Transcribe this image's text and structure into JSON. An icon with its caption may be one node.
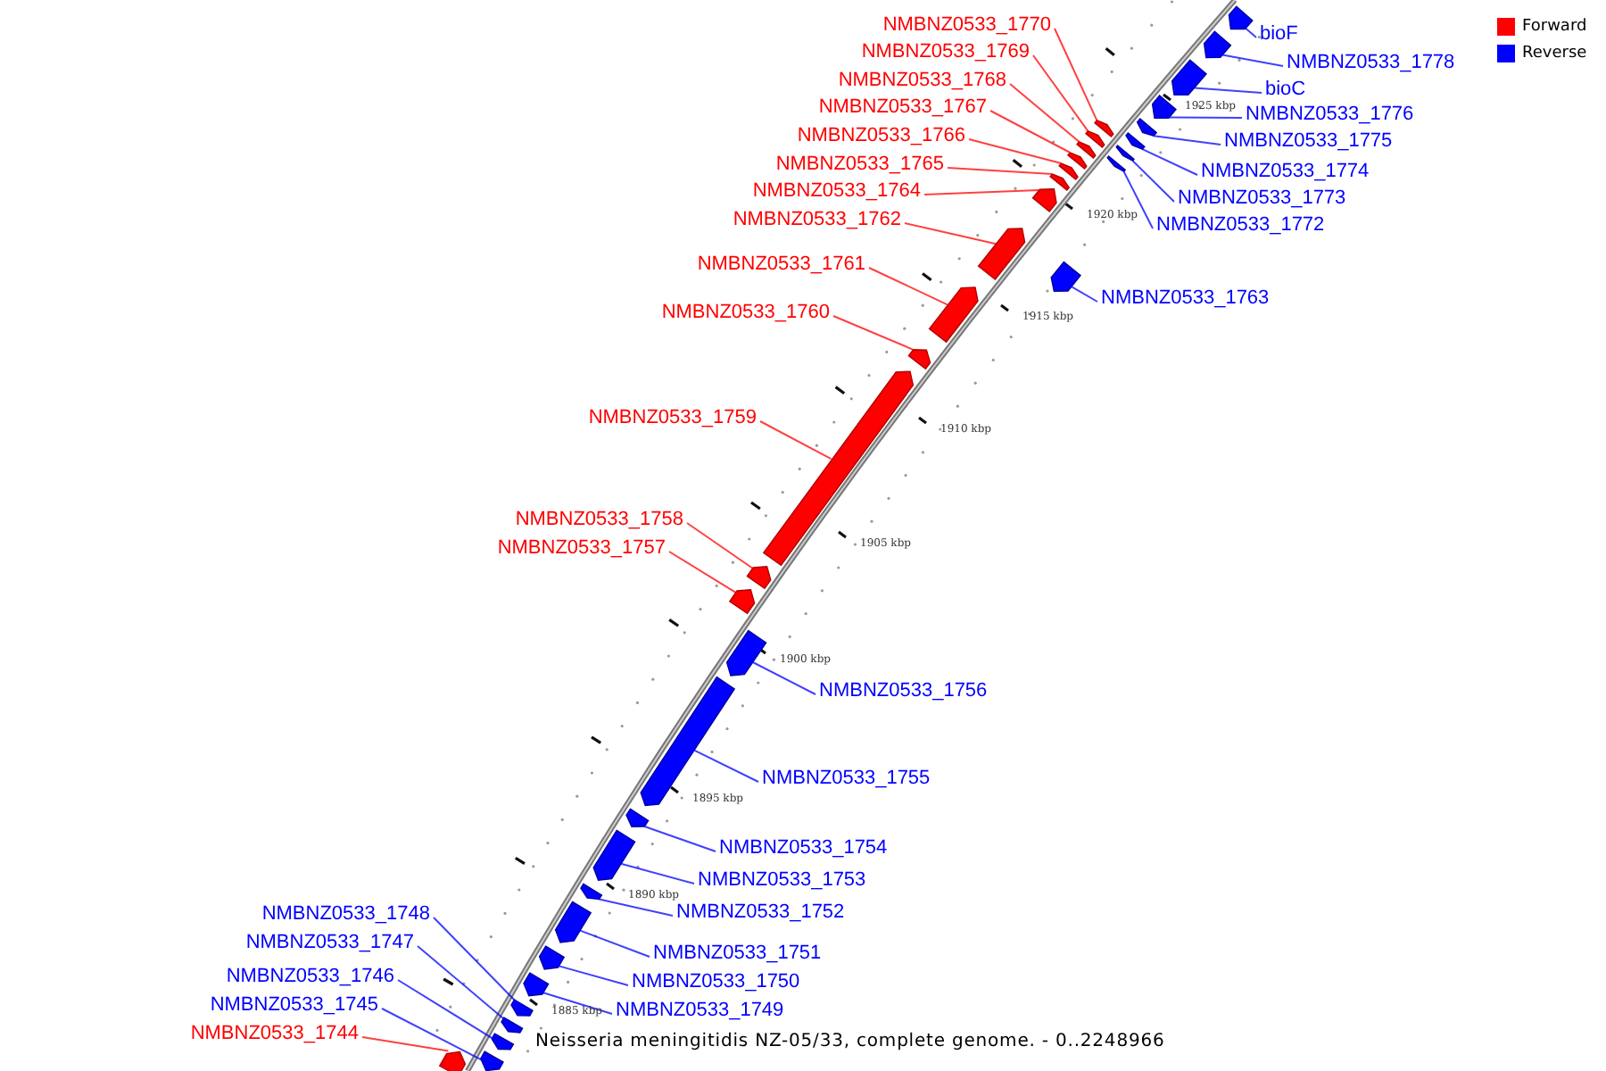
{
  "diagram": {
    "caption": "Neisseria meningitidis NZ-05/33, complete genome. - 0..2248966",
    "nodes": [
      {
        "text": [
          "NMBNZ0533_1770"
        ]
      },
      {
        "text": [
          "bioF"
        ]
      },
      {
        "text": [
          "NMBNZ0533_1769"
        ]
      },
      {
        "text": [
          "NMBNZ0533_1778"
        ]
      },
      {
        "text": [
          "NMBNZ0533_1768"
        ]
      },
      {
        "text": [
          "bioC"
        ]
      },
      {
        "text": [
          "NMBNZ0533_1767"
        ]
      },
      {
        "text": [
          "NMBNZ0533_1776"
        ]
      },
      {
        "text": [
          "NMBNZ0533_1766"
        ]
      },
      {
        "text": [
          "NMBNZ0533_1775"
        ]
      },
      {
        "text": [
          "NMBNZ0533_1765"
        ]
      },
      {
        "text": [
          "NMBNZ0533_1774"
        ]
      },
      {
        "text": [
          "NMBNZ0533_1764"
        ]
      },
      {
        "text": [
          "NMBNZ0533_1773"
        ]
      },
      {
        "text": [
          "NMBNZ0533_1762"
        ]
      },
      {
        "text": [
          "NMBNZ0533_1772"
        ]
      },
      {
        "text": [
          "NMBNZ0533_1761"
        ]
      },
      {
        "text": [
          "NMBNZ0533_1763"
        ]
      },
      {
        "text": [
          "NMBNZ0533_1760"
        ]
      },
      {
        "text": [
          "NMBNZ0533_1759"
        ]
      },
      {
        "text": [
          "NMBNZ0533_1758"
        ]
      },
      {
        "text": [
          "NMBNZ0533_1757"
        ]
      },
      {
        "text": [
          "NMBNZ0533_1756"
        ]
      },
      {
        "text": [
          "NMBNZ0533_1755"
        ]
      },
      {
        "text": [
          "NMBNZ0533_1754"
        ]
      },
      {
        "text": [
          "NMBNZ0533_1753"
        ]
      },
      {
        "text": [
          "NMBNZ0533_1748"
        ]
      },
      {
        "text": [
          "NMBNZ0533_1752"
        ]
      },
      {
        "text": [
          "NMBNZ0533_1747"
        ]
      },
      {
        "text": [
          "NMBNZ0533_1751"
        ]
      },
      {
        "text": [
          "NMBNZ0533_1746"
        ]
      },
      {
        "text": [
          "NMBNZ0533_1750"
        ]
      },
      {
        "text": [
          "NMBNZ0533_1745"
        ]
      },
      {
        "text": [
          "NMBNZ0533_1749"
        ]
      },
      {
        "text": [
          "NMBNZ0533_1744"
        ]
      },
      {
        "text": [],
        "shape": "bar"
      },
      {
        "text": [],
        "shape": "bar"
      },
      {
        "text": [],
        "shape": "bar"
      },
      {
        "text": [],
        "shape": "bar"
      },
      {
        "text": [],
        "shape": "bar"
      },
      {
        "text": [],
        "shape": "bar"
      },
      {
        "text": [],
        "shape": "bar"
      },
      {
        "text": [],
        "shape": "bar"
      },
      {
        "text": [],
        "shape": "bar"
      },
      {
        "text": [],
        "shape": "bar"
      },
      {
        "text": [],
        "shape": "bar"
      },
      {
        "text": [],
        "shape": "bar"
      },
      {
        "text": [],
        "shape": "bar"
      },
      {
        "text": [],
        "shape": "bar"
      },
      {
        "text": [],
        "shape": "bar"
      },
      {
        "text": [],
        "shape": "bar"
      },
      {
        "text": [],
        "shape": "bar"
      },
      {
        "text": [],
        "shape": "bar"
      },
      {
        "text": [],
        "shape": "bar"
      },
      {
        "text": [],
        "shape": "bar"
      },
      {
        "text": [],
        "shape": "bar"
      },
      {
        "text": [],
        "shape": "bar"
      },
      {
        "text": [],
        "shape": "bar"
      },
      {
        "text": [],
        "shape": "bar"
      },
      {
        "text": [],
        "shape": "bar"
      },
      {
        "text": [],
        "shape": "bar"
      },
      {
        "text": [],
        "shape": "bar"
      },
      {
        "text": [],
        "shape": "bar"
      },
      {
        "text": [],
        "shape": "bar"
      },
      {
        "text": [],
        "shape": "bar"
      },
      {
        "text": [],
        "shape": "bar"
      },
      {
        "text": [],
        "shape": "bar"
      },
      {
        "text": [],
        "shape": "bar"
      },
      {
        "text": [],
        "shape": "bar"
      },
      {
        "text": [],
        "shape": "bar"
      }
    ],
    "edges": [
      {
        "from": 0,
        "to": 35,
        "arrow": "none",
        "color": "#ff0000"
      },
      {
        "from": 1,
        "to": 36,
        "arrow": "none"
      },
      {
        "from": 2,
        "to": 37,
        "arrow": "none",
        "color": "#ff0000"
      },
      {
        "from": 3,
        "to": 38,
        "arrow": "none"
      },
      {
        "from": 4,
        "to": 39,
        "arrow": "none",
        "color": "#ff0000"
      },
      {
        "from": 5,
        "to": 40,
        "arrow": "none"
      },
      {
        "from": 6,
        "to": 41,
        "arrow": "none",
        "color": "#ff0000"
      },
      {
        "from": 7,
        "to": 42,
        "arrow": "none"
      },
      {
        "from": 8,
        "to": 43,
        "arrow": "none",
        "color": "#ff0000"
      },
      {
        "from": 9,
        "to": 44,
        "arrow": "none"
      },
      {
        "from": 10,
        "to": 45,
        "arrow": "none",
        "color": "#ff0000"
      },
      {
        "from": 11,
        "to": 46,
        "arrow": "none"
      },
      {
        "from": 12,
        "to": 47,
        "arrow": "none",
        "color": "#ff0000"
      },
      {
        "from": 13,
        "to": 48,
        "arrow": "none"
      },
      {
        "from": 14,
        "to": 49,
        "arrow": "none",
        "color": "#ff0000"
      },
      {
        "from": 15,
        "to": 50,
        "arrow": "none"
      },
      {
        "from": 16,
        "to": 51,
        "arrow": "none",
        "color": "#ff0000"
      },
      {
        "from": 17,
        "to": 52,
        "arrow": "none"
      },
      {
        "from": 18,
        "to": 53,
        "arrow": "none",
        "color": "#ff0000"
      },
      {
        "from": 19,
        "to": 54,
        "arrow": "none",
        "color": "#ff0000"
      },
      {
        "from": 20,
        "to": 55,
        "arrow": "none",
        "color": "#ff0000"
      },
      {
        "from": 21,
        "to": 56,
        "arrow": "none",
        "color": "#ff0000"
      },
      {
        "from": 22,
        "to": 57,
        "arrow": "none"
      },
      {
        "from": 23,
        "to": 58,
        "arrow": "none"
      },
      {
        "from": 24,
        "to": 59,
        "arrow": "none"
      },
      {
        "from": 25,
        "to": 60,
        "arrow": "none"
      },
      {
        "from": 26,
        "to": 61,
        "arrow": "none"
      },
      {
        "from": 27,
        "to": 62,
        "arrow": "none"
      },
      {
        "from": 28,
        "to": 63,
        "arrow": "none"
      },
      {
        "from": 29,
        "to": 64,
        "arrow": "none"
      },
      {
        "from": 30,
        "to": 65,
        "arrow": "none"
      },
      {
        "from": 31,
        "to": 66,
        "arrow": "none"
      },
      {
        "from": 32,
        "to": 67,
        "arrow": "none"
      },
      {
        "from": 33,
        "to": 68,
        "arrow": "none"
      },
      {
        "from": 34,
        "to": 69,
        "arrow": "none",
        "color": "#ff0000"
      }
    ],
    "labels": [
      "1925 kbp",
      "1920 kbp",
      "1915 kbp",
      "1910 kbp",
      "1905 kbp",
      "1900 kbp",
      "1895 kbp",
      "1890 kbp",
      "1885 kbp"
    ],
    "legend": [
      {
        "text": "Forward",
        "color": "#ff0000"
      },
      {
        "text": "Reverse",
        "color": "#0000ff"
      }
    ]
  }
}
